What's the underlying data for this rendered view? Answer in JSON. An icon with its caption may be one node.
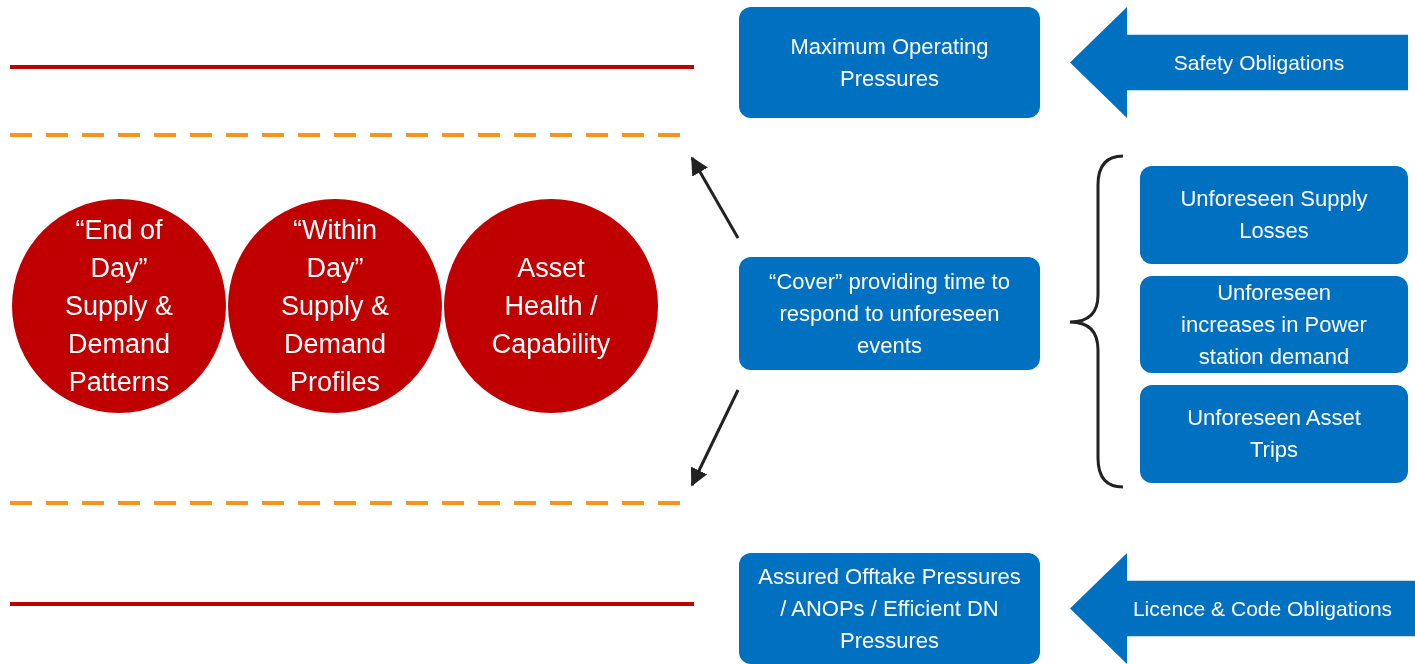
{
  "diagram": {
    "nodes": [
      {
        "text": [
          "Maximum Operating Pressures"
        ]
      },
      {
        "text": [
          "Safety Obligations"
        ]
      },
      {
        "text": [
          "“End of Day” Supply & Demand Patterns"
        ]
      },
      {
        "text": [
          "“Within Day” Supply & Demand Profiles"
        ]
      },
      {
        "text": [
          "Asset Health / Capability"
        ]
      },
      {
        "text": [
          "“Cover” providing time to respond to unforeseen events"
        ]
      },
      {
        "text": [
          "Unforeseen Supply Losses"
        ]
      },
      {
        "text": [
          "Unforeseen increases in Power station demand"
        ]
      },
      {
        "text": [
          "Unforeseen Asset Trips"
        ]
      },
      {
        "text": [
          "Assured Offtake Pressures / ANOPs / Efficient DN Pressures"
        ]
      },
      {
        "text": [
          "Licence & Code Obligations"
        ]
      }
    ],
    "edges": [
      {
        "from": 5,
        "to": null,
        "arrow": "to"
      },
      {
        "from": 5,
        "to": null,
        "arrow": "to"
      }
    ]
  }
}
